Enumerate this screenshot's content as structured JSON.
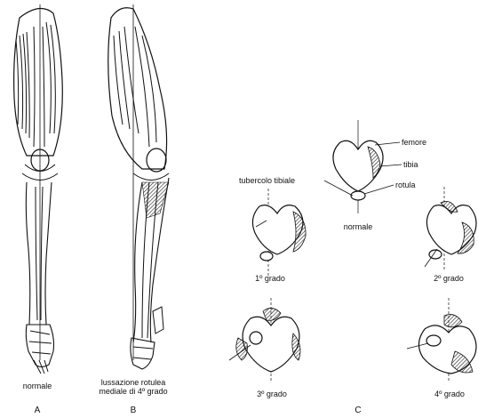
{
  "panels": {
    "A": {
      "letter": "A",
      "caption": "normale"
    },
    "B": {
      "letter": "B",
      "caption_line1": "lussazione rotulea",
      "caption_line2": "mediale di 4º grado"
    },
    "C": {
      "letter": "C",
      "labels": {
        "femur": "femore",
        "tibia": "tibia",
        "patella": "rotula",
        "tibial_tuberosity": "tubercolo tibiale",
        "normal": "normale",
        "grade1": "1º grado",
        "grade2": "2º grado",
        "grade3": "3º grado",
        "grade4": "4º grado"
      }
    }
  }
}
